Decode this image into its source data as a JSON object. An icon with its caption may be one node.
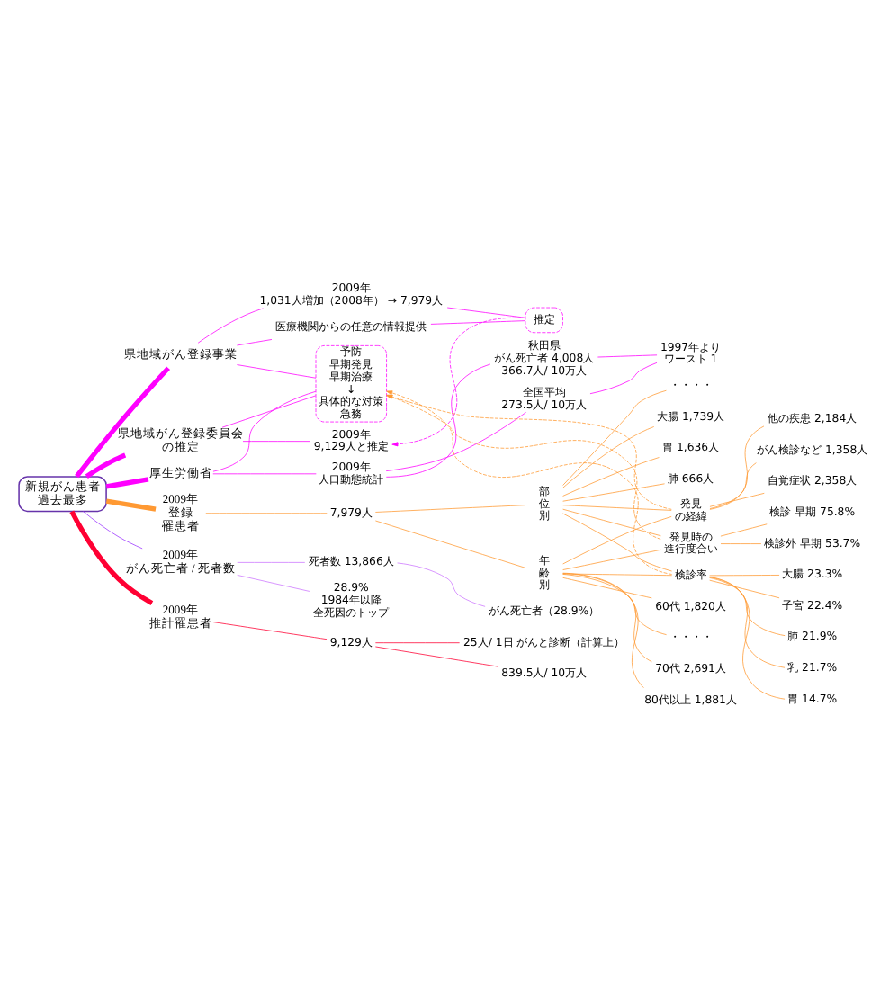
{
  "diagram": {
    "nodes": [
      {
        "text": [
          "新規がん患者過去最多"
        ]
      },
      {
        "text": [
          "県地域がん登録事業"
        ]
      },
      {
        "text": [
          "2009年1,031人増加（2008年） → 7,979人"
        ]
      },
      {
        "text": [
          "医療機関からの任意の情報提供"
        ]
      },
      {
        "text": [
          "県地域がん登録委員会の推定"
        ]
      },
      {
        "text": [
          "2009年9,129人と推定"
        ]
      },
      {
        "text": [
          "推定"
        ]
      },
      {
        "text": [
          "厚生労働省"
        ]
      },
      {
        "text": [
          "2009年人口動態統計"
        ]
      },
      {
        "text": [
          "秋田県がん死亡者 4,008人366.7人/ 10万人"
        ]
      },
      {
        "text": [
          "全国平均273.5人/ 10万人"
        ]
      },
      {
        "text": [
          "1997年よりワースト 1"
        ]
      },
      {
        "text": [
          "予防早期発見早期治療↓具体的な対策急務"
        ]
      },
      {
        "text": [
          "2009年がん死亡者 / 死者数"
        ]
      },
      {
        "text": [
          "28.9%1984年以降全死因のトップ"
        ]
      },
      {
        "text": [
          "死者数 13,866人"
        ]
      },
      {
        "text": [
          "がん死亡者（28.9%）"
        ]
      },
      {
        "text": [
          "2009年推計罹患者"
        ]
      },
      {
        "text": [
          "9,129人"
        ]
      },
      {
        "text": [
          "839.5人/ 10万人"
        ]
      },
      {
        "text": [
          "25人/ 1日 がんと診断（計算上）"
        ]
      },
      {
        "text": [
          "2009年登録罹患者"
        ]
      },
      {
        "text": [
          "7,979人"
        ]
      },
      {
        "text": [
          "年齢別"
        ]
      },
      {
        "text": [
          "70代 2,691人"
        ]
      },
      {
        "text": [
          "80代以上 1,881人"
        ]
      },
      {
        "text": [
          "60代 1,820人"
        ]
      },
      {
        "text": [
          "・・・・"
        ]
      },
      {
        "text": [
          "部位別"
        ]
      },
      {
        "text": [
          "大腸 1,739人"
        ]
      },
      {
        "text": [
          "胃 1,636人"
        ]
      },
      {
        "text": [
          "肺 666人"
        ]
      },
      {
        "text": [
          "・・・・"
        ]
      },
      {
        "text": [
          "発見の経緯"
        ]
      },
      {
        "text": [
          "自覚症状 2,358人"
        ]
      },
      {
        "text": [
          "他の疾患 2,184人"
        ]
      },
      {
        "text": [
          "がん検診など 1,358人"
        ]
      },
      {
        "text": [
          "発見時の進行度合い"
        ]
      },
      {
        "text": [
          "検診 早期 75.8%"
        ]
      },
      {
        "text": [
          "検診外 早期 53.7%"
        ]
      },
      {
        "text": [
          "検診率"
        ]
      },
      {
        "text": [
          "大腸 23.3%"
        ]
      },
      {
        "text": [
          "子宮 22.4%"
        ]
      },
      {
        "text": [
          "肺 21.9%"
        ]
      },
      {
        "text": [
          "乳 21.7%"
        ]
      },
      {
        "text": [
          "胃 14.7%"
        ]
      }
    ],
    "edges": [
      {
        "from": 0,
        "to": 1,
        "arrow": "none",
        "style": "thick",
        "color": "#ff00ff"
      },
      {
        "from": 0,
        "to": 4,
        "arrow": "none",
        "style": "thick",
        "color": "#ff00ff"
      },
      {
        "from": 0,
        "to": 7,
        "arrow": "none",
        "style": "thick",
        "color": "#ff00ff"
      },
      {
        "from": 1,
        "to": 2,
        "arrow": "none",
        "color": "#ff00ff"
      },
      {
        "from": 1,
        "to": 3,
        "arrow": "none",
        "color": "#ff00ff"
      },
      {
        "from": 2,
        "to": 6,
        "arrow": "none",
        "color": "#ff00ff"
      },
      {
        "from": 3,
        "to": 6,
        "arrow": "none",
        "color": "#ff00ff"
      },
      {
        "from": 6,
        "to": 5,
        "arrow": "to",
        "style": "dashed",
        "color": "#ff00ff"
      },
      {
        "from": 4,
        "to": 5,
        "arrow": "none",
        "color": "#ff00ff"
      },
      {
        "from": 7,
        "to": 8,
        "arrow": "none",
        "color": "#ff00ff"
      },
      {
        "from": 8,
        "to": 9,
        "arrow": "none",
        "color": "#ff00ff"
      },
      {
        "from": 8,
        "to": 10,
        "arrow": "none",
        "color": "#ff00ff"
      },
      {
        "from": 9,
        "to": 11,
        "arrow": "none",
        "color": "#ff00ff"
      },
      {
        "from": 10,
        "to": 11,
        "arrow": "none",
        "color": "#ff00ff"
      },
      {
        "from": 1,
        "to": 12,
        "arrow": "none",
        "color": "#ff00ff"
      },
      {
        "from": 4,
        "to": 12,
        "arrow": "none",
        "color": "#ff00ff"
      },
      {
        "from": 7,
        "to": 12,
        "arrow": "none",
        "color": "#ff00ff"
      },
      {
        "from": 0,
        "to": 13,
        "arrow": "none",
        "color": "#9933ff"
      },
      {
        "from": 13,
        "to": 14,
        "arrow": "none",
        "color": "#cc77ff"
      },
      {
        "from": 13,
        "to": 15,
        "arrow": "none",
        "color": "#cc77ff"
      },
      {
        "from": 15,
        "to": 16,
        "arrow": "none",
        "color": "#cc77ff"
      },
      {
        "from": 0,
        "to": 17,
        "arrow": "none",
        "style": "thick",
        "color": "#ff0033"
      },
      {
        "from": 17,
        "to": 18,
        "arrow": "none",
        "color": "#ff0033"
      },
      {
        "from": 18,
        "to": 19,
        "arrow": "none",
        "color": "#ff0033"
      },
      {
        "from": 18,
        "to": 20,
        "arrow": "none",
        "color": "#ff0033"
      },
      {
        "from": 0,
        "to": 21,
        "arrow": "none",
        "style": "thick"
      },
      {
        "from": 21,
        "to": 22,
        "arrow": "none"
      },
      {
        "from": 22,
        "to": 23,
        "arrow": "none"
      },
      {
        "from": 22,
        "to": 28,
        "arrow": "none"
      },
      {
        "from": 23,
        "to": 24,
        "arrow": "none"
      },
      {
        "from": 23,
        "to": 25,
        "arrow": "none"
      },
      {
        "from": 23,
        "to": 26,
        "arrow": "none"
      },
      {
        "from": 23,
        "to": 27,
        "arrow": "none"
      },
      {
        "from": 28,
        "to": 29,
        "arrow": "none"
      },
      {
        "from": 28,
        "to": 30,
        "arrow": "none"
      },
      {
        "from": 28,
        "to": 31,
        "arrow": "none"
      },
      {
        "from": 28,
        "to": 32,
        "arrow": "none"
      },
      {
        "from": 23,
        "to": 33,
        "arrow": "none"
      },
      {
        "from": 23,
        "to": 37,
        "arrow": "none"
      },
      {
        "from": 23,
        "to": 40,
        "arrow": "none"
      },
      {
        "from": 28,
        "to": 33,
        "arrow": "none"
      },
      {
        "from": 28,
        "to": 37,
        "arrow": "none"
      },
      {
        "from": 28,
        "to": 40,
        "arrow": "none"
      },
      {
        "from": 33,
        "to": 34,
        "arrow": "none"
      },
      {
        "from": 33,
        "to": 35,
        "arrow": "none"
      },
      {
        "from": 33,
        "to": 36,
        "arrow": "none"
      },
      {
        "from": 37,
        "to": 38,
        "arrow": "none"
      },
      {
        "from": 37,
        "to": 39,
        "arrow": "none"
      },
      {
        "from": 40,
        "to": 41,
        "arrow": "none"
      },
      {
        "from": 40,
        "to": 42,
        "arrow": "none"
      },
      {
        "from": 40,
        "to": 43,
        "arrow": "none"
      },
      {
        "from": 40,
        "to": 44,
        "arrow": "none"
      },
      {
        "from": 40,
        "to": 45,
        "arrow": "none"
      },
      {
        "from": 33,
        "to": 12,
        "arrow": "to",
        "style": "dashed"
      },
      {
        "from": 37,
        "to": 12,
        "arrow": "to",
        "style": "dashed"
      },
      {
        "from": 40,
        "to": 12,
        "arrow": "to",
        "style": "dashed"
      }
    ]
  }
}
